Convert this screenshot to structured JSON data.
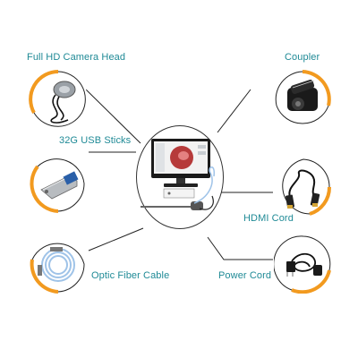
{
  "labels": {
    "camera_head": "Full HD Camera Head",
    "coupler": "Coupler",
    "usb_sticks": "32G USB Sticks",
    "hdmi_cord": "HDMI Cord",
    "optic_fiber_cable": "Optic Fiber Cable",
    "power_cord": "Power Cord"
  },
  "colors": {
    "label_teal": "#1f8a96",
    "accent_orange": "#f29a1f",
    "line": "#222222"
  },
  "icons": {
    "camera_head": "camera-head-icon",
    "coupler": "coupler-icon",
    "usb_sticks": "usb-stick-icon",
    "hdmi_cord": "hdmi-cable-icon",
    "optic_fiber_cable": "fiber-cable-icon",
    "power_cord": "power-cord-icon",
    "center": "endoscope-monitor-icon"
  }
}
